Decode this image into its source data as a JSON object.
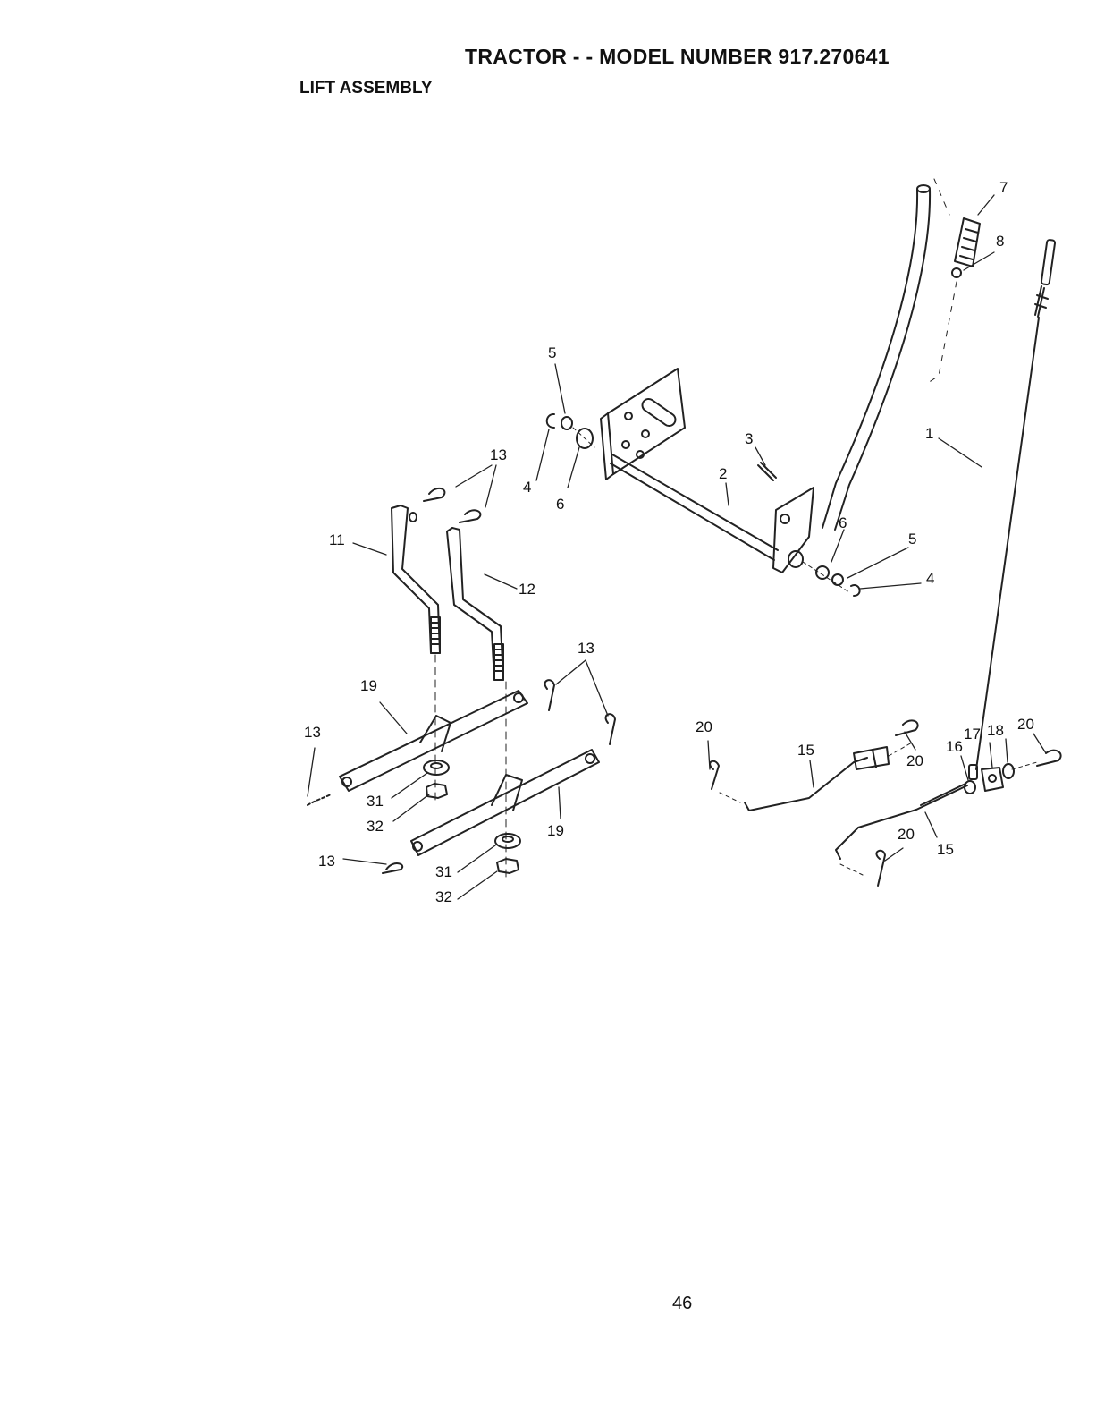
{
  "header": {
    "title": "TRACTOR - - MODEL NUMBER 917.270641",
    "section": "LIFT ASSEMBLY"
  },
  "callouts": {
    "c1": "1",
    "c2": "2",
    "c3": "3",
    "c4a": "4",
    "c4b": "4",
    "c5a": "5",
    "c5b": "5",
    "c6a": "6",
    "c6b": "6",
    "c7": "7",
    "c8": "8",
    "c11": "11",
    "c12": "12",
    "c13a": "13",
    "c13b": "13",
    "c13c": "13",
    "c13d": "13",
    "c15a": "15",
    "c15b": "15",
    "c16": "16",
    "c17": "17",
    "c18": "18",
    "c19a": "19",
    "c19b": "19",
    "c20a": "20",
    "c20b": "20",
    "c20c": "20",
    "c20d": "20",
    "c31a": "31",
    "c31b": "31",
    "c32a": "32",
    "c32b": "32"
  },
  "footer": {
    "page_number": "46"
  }
}
